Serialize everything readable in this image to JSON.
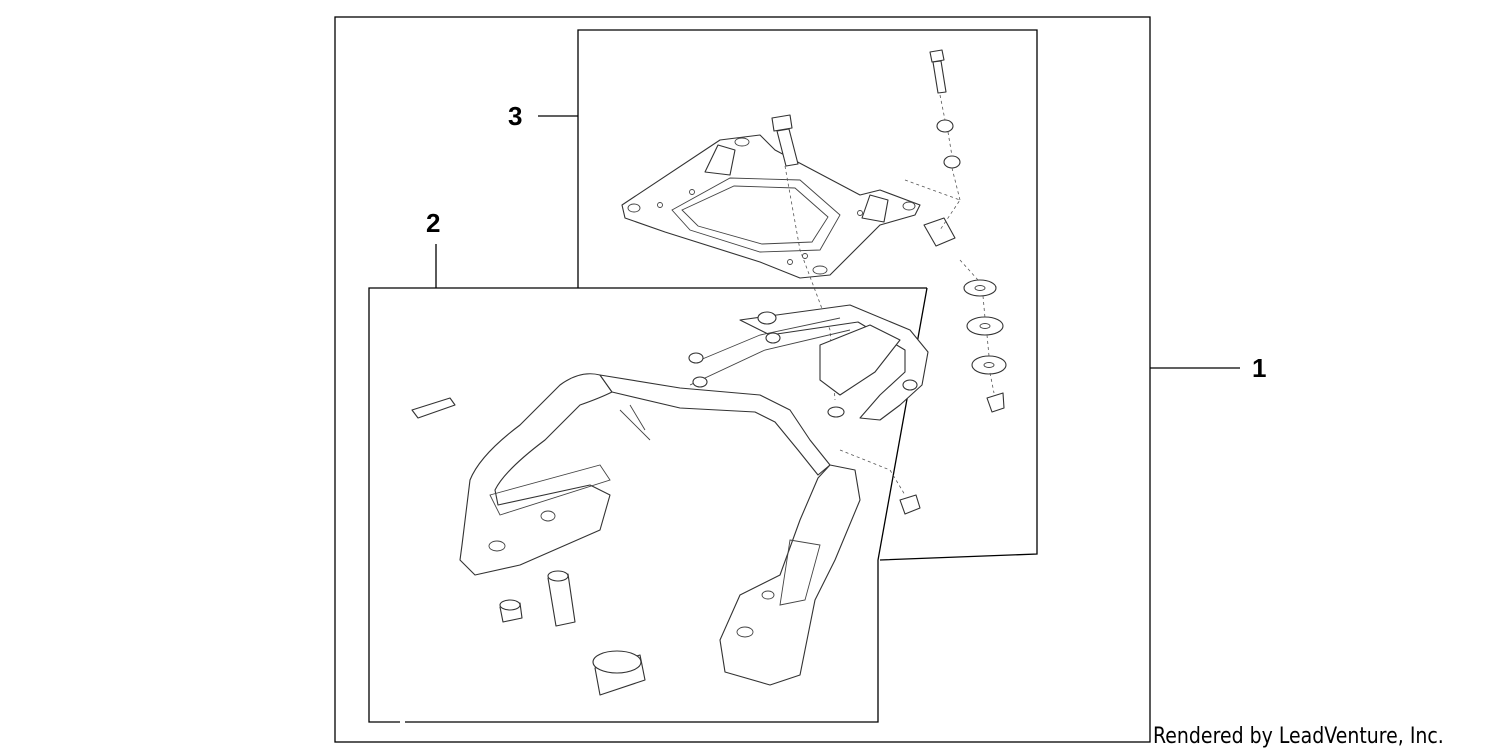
{
  "diagram": {
    "callouts": [
      {
        "id": "1",
        "label": "1"
      },
      {
        "id": "2",
        "label": "2"
      },
      {
        "id": "3",
        "label": "3"
      }
    ],
    "credit": "Rendered by LeadVenture, Inc."
  }
}
